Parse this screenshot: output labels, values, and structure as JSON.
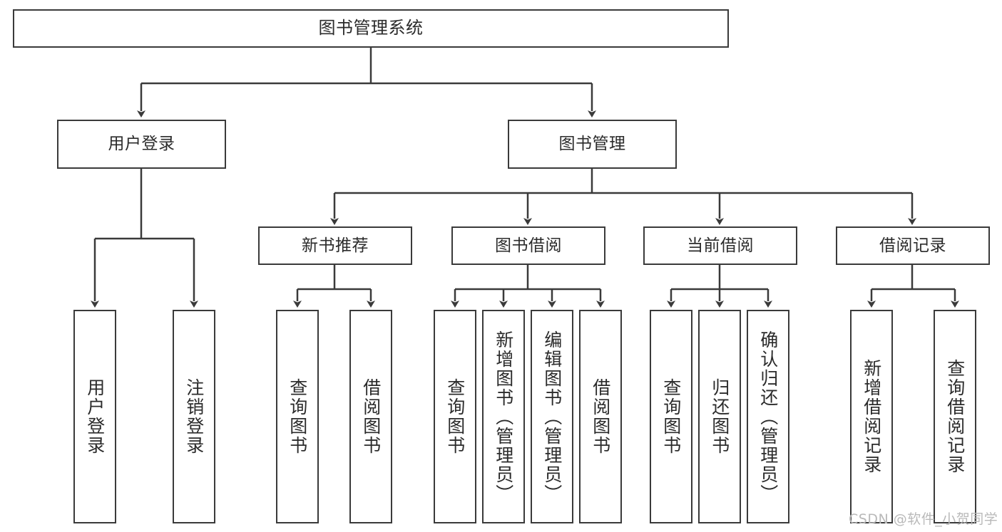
{
  "diagram": {
    "type": "tree-hierarchy",
    "title": "图书管理系统",
    "watermark": "CSDN @软件_小贺同学",
    "colors": {
      "stroke": "#3a3a3a",
      "background": "#ffffff",
      "text": "#2b2b2b",
      "watermark": "#b9b9b9"
    },
    "nodes": {
      "root": {
        "label": "图书管理系统"
      },
      "level1": [
        {
          "label": "用户登录"
        },
        {
          "label": "图书管理"
        }
      ],
      "level2": [
        {
          "label": "新书推荐"
        },
        {
          "label": "图书借阅"
        },
        {
          "label": "当前借阅"
        },
        {
          "label": "借阅记录"
        }
      ],
      "leaves": {
        "user_login": [
          {
            "label": "用户登录"
          },
          {
            "label": "注销登录"
          }
        ],
        "new_book_recommend": [
          {
            "label": "查询图书"
          },
          {
            "label": "借阅图书"
          }
        ],
        "book_borrow": [
          {
            "label": "查询图书"
          },
          {
            "label": "新增图书（管理员）"
          },
          {
            "label": "编辑图书（管理员）"
          },
          {
            "label": "借阅图书"
          }
        ],
        "current_borrow": [
          {
            "label": "查询图书"
          },
          {
            "label": "归还图书"
          },
          {
            "label": "确认归还（管理员）"
          }
        ],
        "borrow_record": [
          {
            "label": "新增借阅记录"
          },
          {
            "label": "查询借阅记录"
          }
        ]
      }
    }
  }
}
